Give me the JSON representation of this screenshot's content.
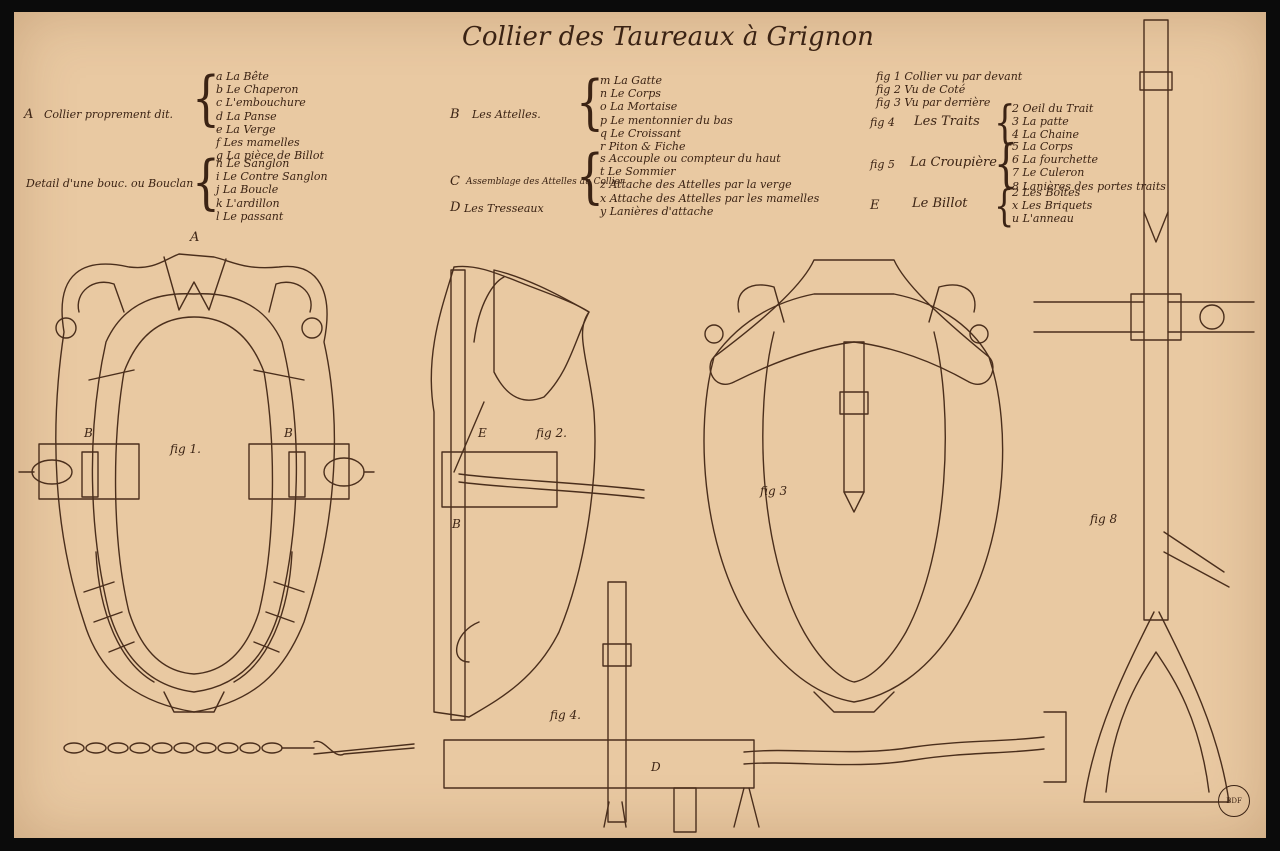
{
  "title": "Collier des Taureaux à Grignon",
  "legend": {
    "A": {
      "letter": "A",
      "label": "Collier proprement dit.",
      "items": [
        "a  La Bête",
        "b  Le Chaperon",
        "c  L'embouchure",
        "d  La Panse",
        "e  La Verge",
        "f  Les mamelles",
        "g  La pièce de Billot"
      ]
    },
    "detail": {
      "label": "Detail d'une bouc. ou Bouclan",
      "items": [
        "h  Le Sanglon",
        "i  Le Contre Sanglon",
        "j  La Boucle",
        "k  L'ardillon",
        "l  Le passant"
      ]
    },
    "B": {
      "letter": "B",
      "label": "Les Attelles.",
      "items": [
        "m  La Gatte",
        "n  Le Corps",
        "o  La Mortaise",
        "p  Le mentonnier du bas",
        "q  Le Croissant",
        "r  Piton & Fiche"
      ]
    },
    "C": {
      "letter": "C",
      "label": "Assemblage des Attelles au Collier",
      "items": [
        "s  Accouple ou compteur du haut",
        "t  Le Sommier",
        "z  Attache des Attelles par la verge",
        "x  Attache des Attelles par les mamelles",
        "y  Lanières d'attache"
      ]
    },
    "D": {
      "letter": "D",
      "label": "Les Tresseaux"
    },
    "figs": {
      "items": [
        "fig 1   Collier vu par devant",
        "fig 2   Vu de Coté",
        "fig 3   Vu par derrière"
      ]
    },
    "traits": {
      "fig": "fig 4",
      "label": "Les Traits",
      "items": [
        "2  Oeil du Trait",
        "3  La patte",
        "4  La Chaine"
      ]
    },
    "croupiere": {
      "fig": "fig 5",
      "label": "La Croupière",
      "items": [
        "5  La Corps",
        "6  La fourchette",
        "7  Le Culeron",
        "8  Lanières des portes traits"
      ]
    },
    "E": {
      "letter": "E",
      "label": "Le Billot",
      "items": [
        "2  Les Boîtes",
        "x  Les Briquets",
        "u  L'anneau"
      ]
    }
  },
  "figure_labels": {
    "fig1": "fig 1.",
    "fig2": "fig 2.",
    "fig3": "fig 3",
    "fig4": "fig 4.",
    "fig8": "fig 8",
    "topA": "A",
    "fig1_B_left": "B",
    "fig1_B_right": "B",
    "fig2_E": "E",
    "fig2_B": "B",
    "fig4_D": "D"
  },
  "stamp": "BDF"
}
